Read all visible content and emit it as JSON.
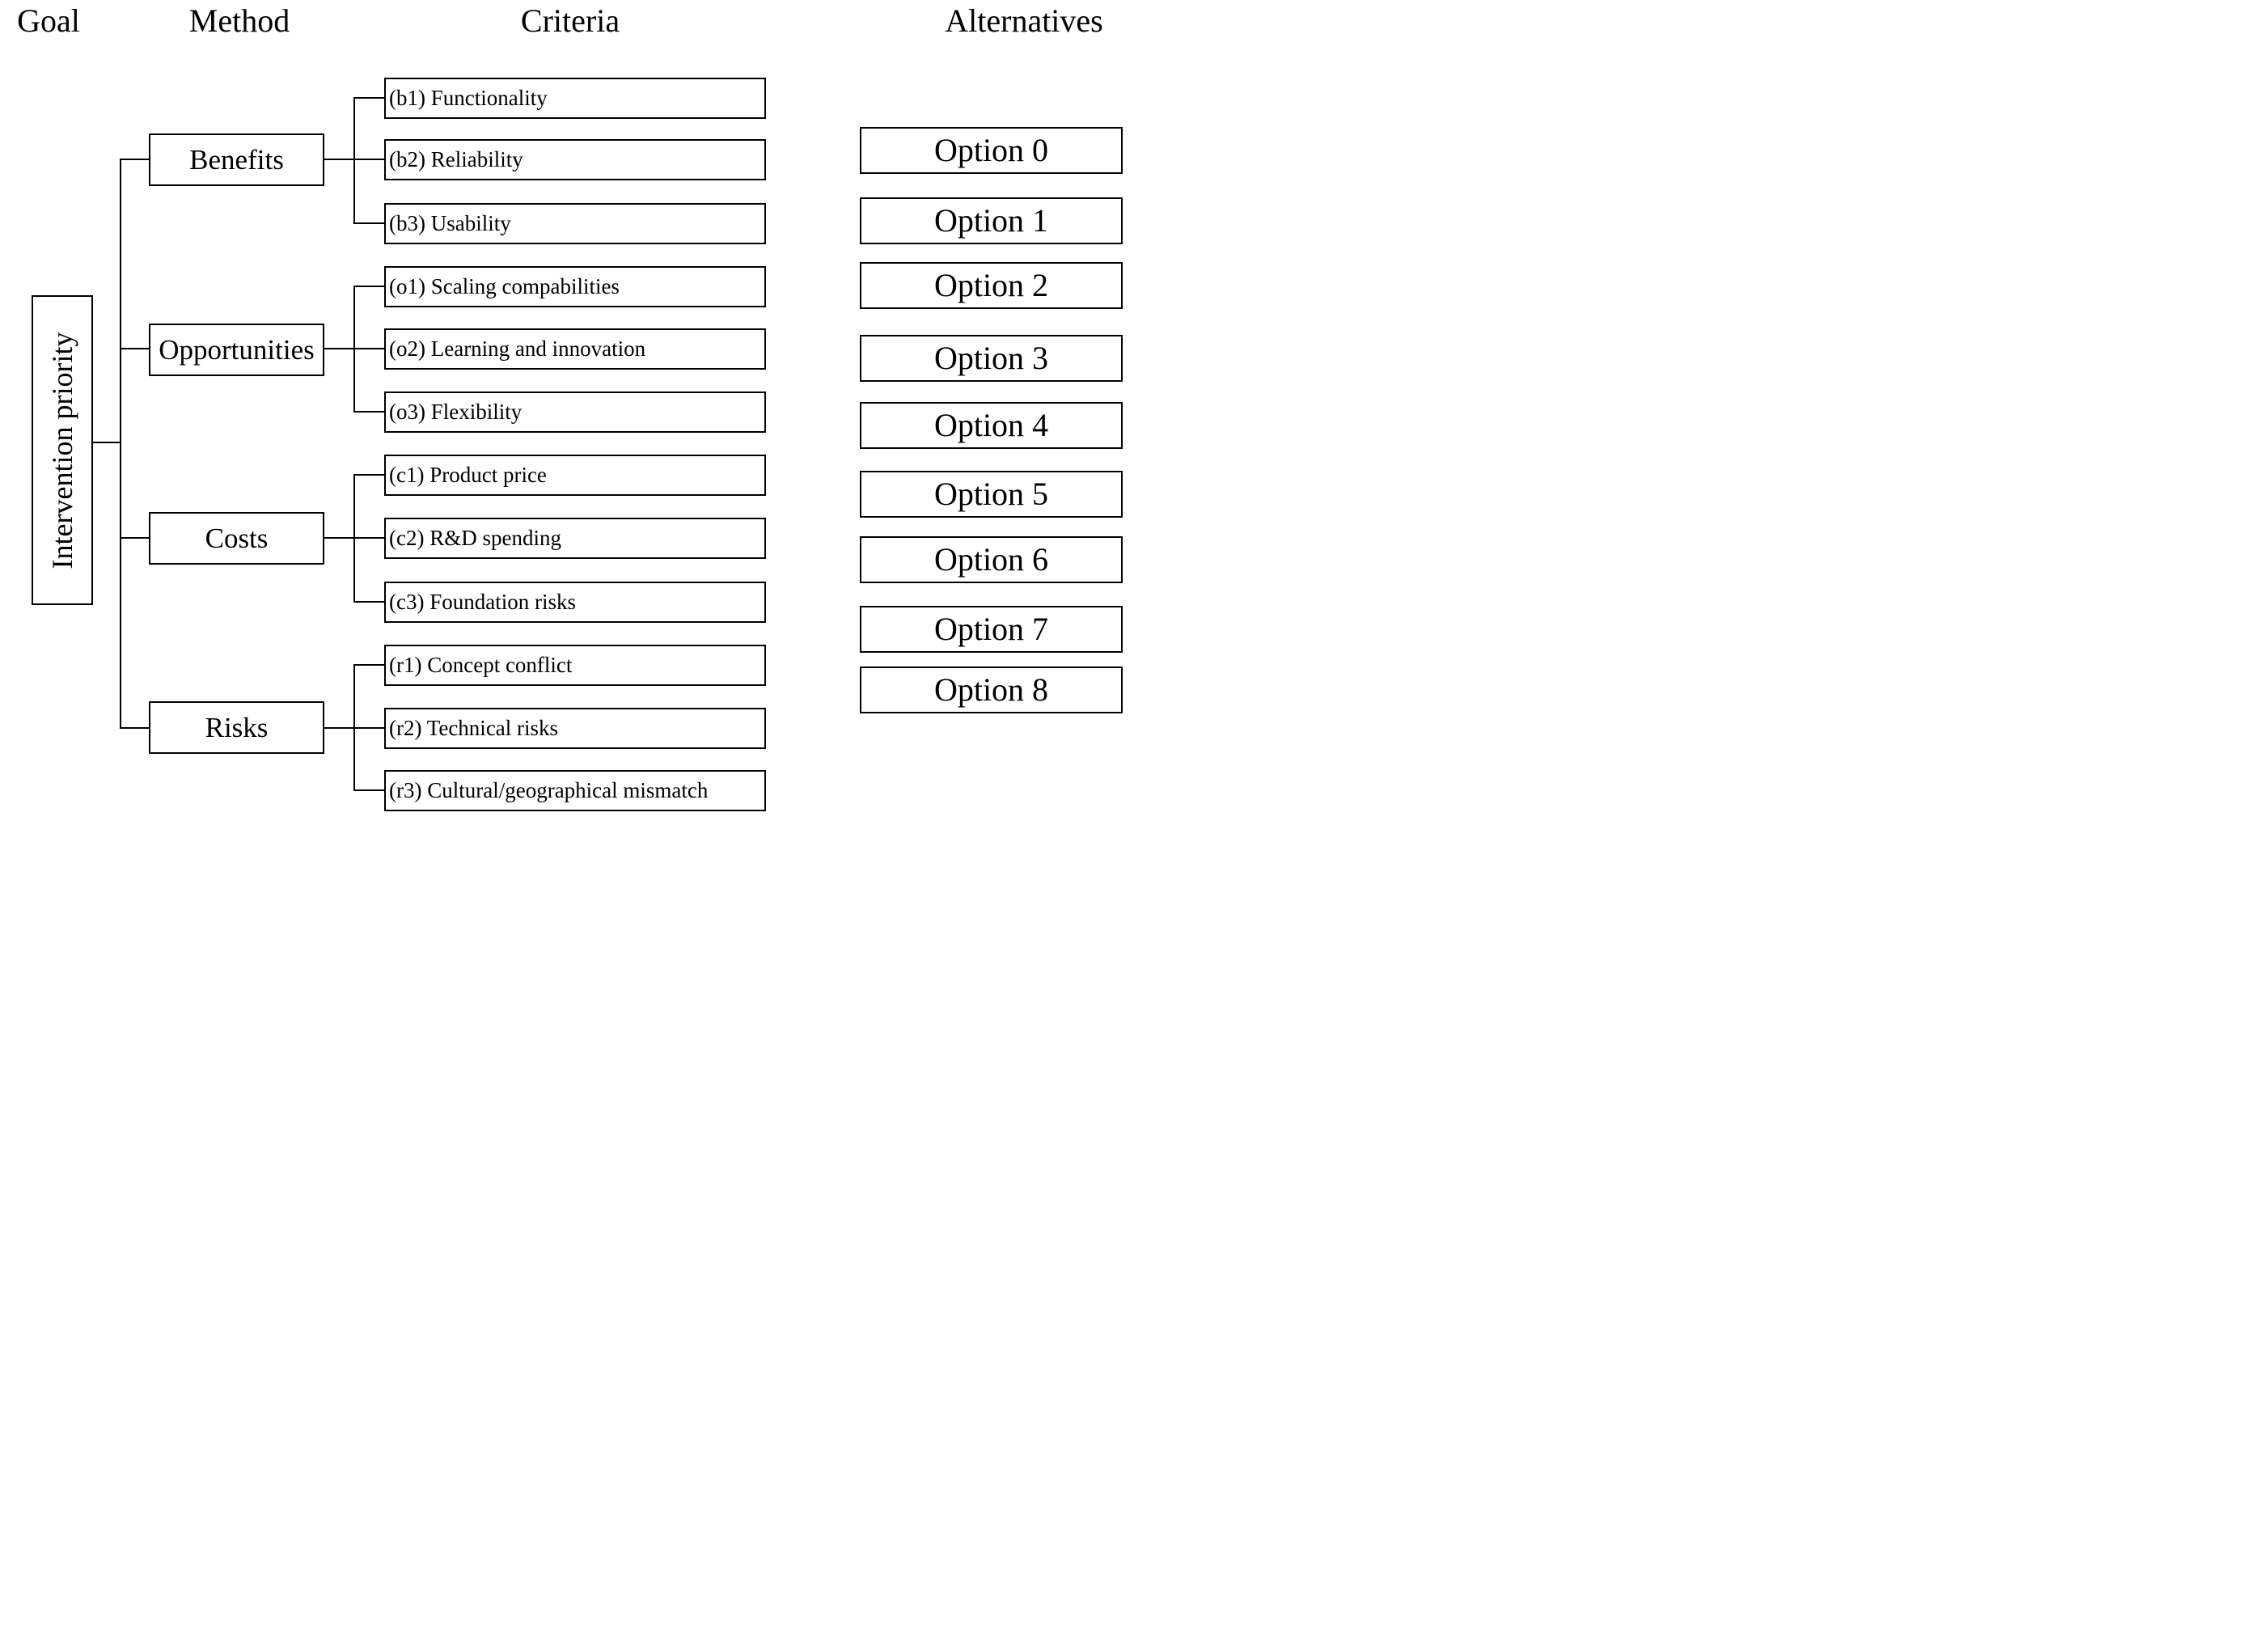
{
  "headers": {
    "goal": "Goal",
    "method": "Method",
    "criteria": "Criteria",
    "alternatives": "Alternatives"
  },
  "goal": {
    "label": "Intervention priority"
  },
  "methods": [
    {
      "id": "benefits",
      "label": "Benefits"
    },
    {
      "id": "opportunities",
      "label": "Opportunities"
    },
    {
      "id": "costs",
      "label": "Costs"
    },
    {
      "id": "risks",
      "label": "Risks"
    }
  ],
  "criteria": [
    {
      "id": "b1",
      "group": "benefits",
      "label": "(b1) Functionality"
    },
    {
      "id": "b2",
      "group": "benefits",
      "label": "(b2) Reliability"
    },
    {
      "id": "b3",
      "group": "benefits",
      "label": "(b3) Usability"
    },
    {
      "id": "o1",
      "group": "opportunities",
      "label": "(o1) Scaling compabilities"
    },
    {
      "id": "o2",
      "group": "opportunities",
      "label": "(o2) Learning and innovation"
    },
    {
      "id": "o3",
      "group": "opportunities",
      "label": "(o3) Flexibility"
    },
    {
      "id": "c1",
      "group": "costs",
      "label": "(c1) Product price"
    },
    {
      "id": "c2",
      "group": "costs",
      "label": "(c2) R&D spending"
    },
    {
      "id": "c3",
      "group": "costs",
      "label": "(c3) Foundation risks"
    },
    {
      "id": "r1",
      "group": "risks",
      "label": "(r1) Concept conflict"
    },
    {
      "id": "r2",
      "group": "risks",
      "label": "(r2) Technical risks"
    },
    {
      "id": "r3",
      "group": "risks",
      "label": "(r3) Cultural/geographical mismatch"
    }
  ],
  "alternatives": [
    {
      "label": "Option 0"
    },
    {
      "label": "Option 1"
    },
    {
      "label": "Option 2"
    },
    {
      "label": "Option 3"
    },
    {
      "label": "Option 4"
    },
    {
      "label": "Option 5"
    },
    {
      "label": "Option 6"
    },
    {
      "label": "Option 7"
    },
    {
      "label": "Option 8"
    }
  ]
}
